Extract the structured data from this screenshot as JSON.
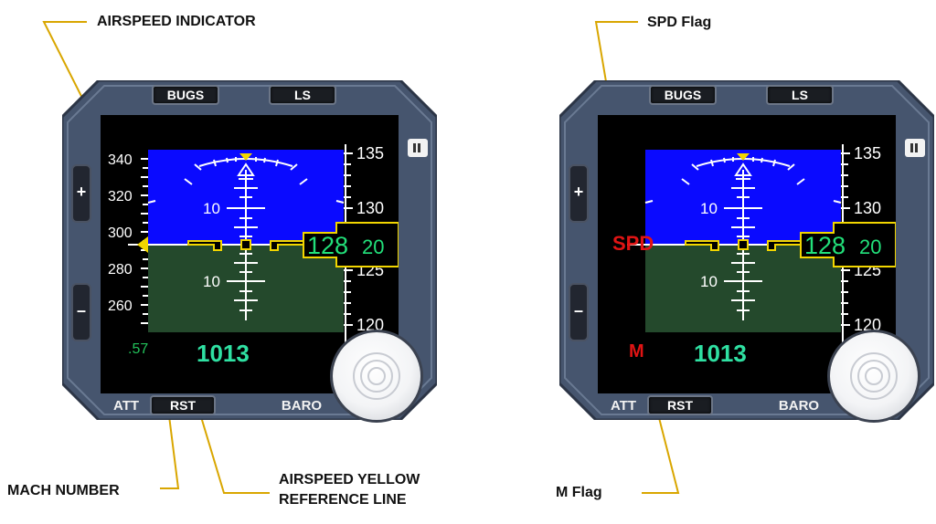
{
  "callouts": {
    "airspeed_indicator": "AIRSPEED INDICATOR",
    "mach_number": "MACH NUMBER",
    "airspeed_yellow_line_1": "AIRSPEED YELLOW",
    "airspeed_yellow_line_2": "REFERENCE LINE",
    "spd_flag": "SPD Flag",
    "m_flag": "M Flag"
  },
  "instrument": {
    "bugs_label": "BUGS",
    "ls_label": "LS",
    "plus_label": "+",
    "minus_label": "–",
    "att_label": "ATT",
    "rst_label": "RST",
    "baro_label": "BARO"
  },
  "left_display": {
    "speed_ticks": [
      "340",
      "320",
      "300",
      "280",
      "260"
    ],
    "altitude_ticks": [
      "135",
      "130",
      "125",
      "120"
    ],
    "pitch_labels": [
      "10",
      "10"
    ],
    "altitude_readout_main": "128",
    "altitude_readout_sub": "20",
    "baro_value": "1013",
    "mach_value": ".57"
  },
  "right_display": {
    "altitude_ticks": [
      "135",
      "130",
      "125",
      "120"
    ],
    "pitch_labels": [
      "10",
      "10"
    ],
    "altitude_readout_main": "128",
    "altitude_readout_sub": "20",
    "baro_value": "1013",
    "spd_flag_text": "SPD",
    "m_flag_text": "M"
  },
  "colors": {
    "sky": "#0a0aff",
    "ground": "#24492c",
    "bezel": "#46556e",
    "reference_yellow": "#f2d600",
    "leader_line": "#d9a600",
    "readout_green": "#22e07a",
    "flag_red": "#e01414"
  }
}
